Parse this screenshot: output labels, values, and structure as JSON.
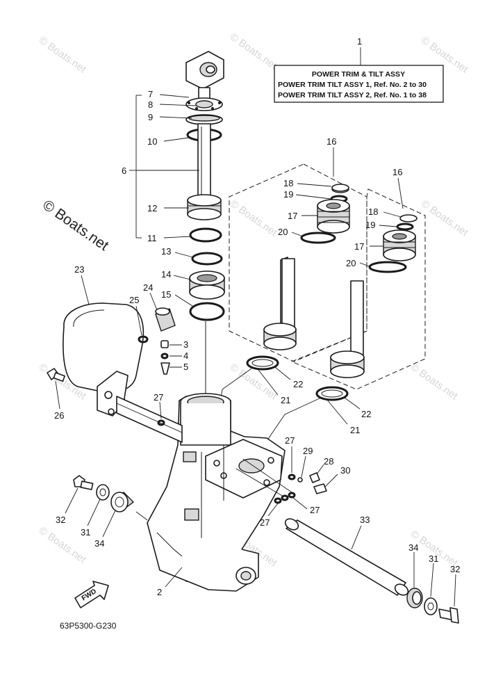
{
  "title_box": {
    "ref_number": "1",
    "heading": "POWER TRIM & TILT ASSY",
    "line1": "POWER TRIM TILT ASSY 1,  Ref. No. 2 to 30",
    "line2": "POWER TRIM TILT ASSY 2,  Ref. No. 1 to 38"
  },
  "watermark": {
    "main": "© Boats.net",
    "repeat": "© Boats.net"
  },
  "diagram_code": "63P5300-G230",
  "fwd_label": "FWD",
  "callouts": {
    "c2": "2",
    "c3": "3",
    "c4": "4",
    "c5": "5",
    "c6": "6",
    "c7": "7",
    "c8": "8",
    "c9": "9",
    "c10": "10",
    "c11": "11",
    "c12": "12",
    "c13": "13",
    "c14": "14",
    "c15": "15",
    "c16a": "16",
    "c16b": "16",
    "c17a": "17",
    "c17b": "17",
    "c18a": "18",
    "c18b": "18",
    "c19a": "19",
    "c19b": "19",
    "c20a": "20",
    "c20b": "20",
    "c21a": "21",
    "c21b": "21",
    "c22a": "22",
    "c22b": "22",
    "c23": "23",
    "c24": "24",
    "c25": "25",
    "c26": "26",
    "c27a": "27",
    "c27b": "27",
    "c27c": "27",
    "c27d": "27",
    "c28": "28",
    "c29": "29",
    "c30": "30",
    "c31a": "31",
    "c31b": "31",
    "c32a": "32",
    "c32b": "32",
    "c33": "33",
    "c34a": "34",
    "c34b": "34"
  }
}
